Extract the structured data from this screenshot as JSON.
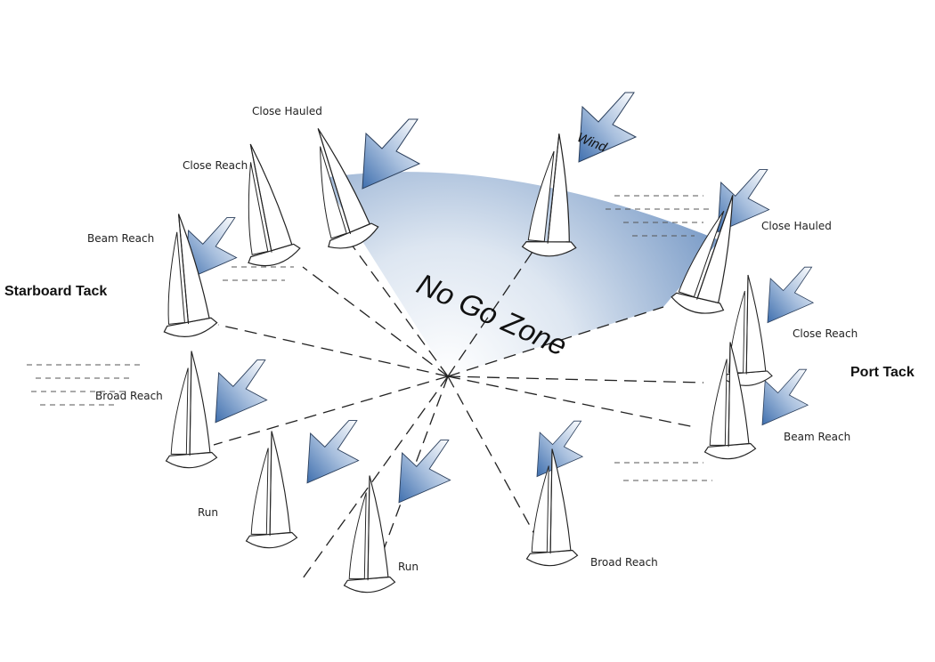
{
  "title": "No Go Zone",
  "wind_label": "Wind",
  "tacks": {
    "starboard": "Starboard Tack",
    "port": "Port Tack"
  },
  "starboard_points": [
    "Close Hauled",
    "Close Reach",
    "Beam Reach",
    "Broad Reach",
    "Run",
    "Run"
  ],
  "port_points": [
    "Close Hauled",
    "Close Reach",
    "Beam Reach",
    "Broad Reach"
  ],
  "colors": {
    "no_go_zone": "#7f9fc9",
    "arrow": "#3f6fae",
    "lines": "#222222"
  }
}
